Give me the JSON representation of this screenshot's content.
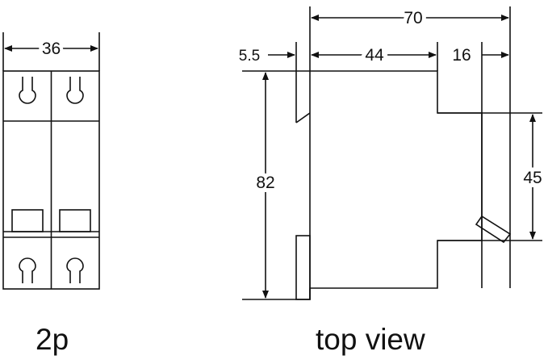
{
  "front_view": {
    "width_label": "36",
    "caption": "2p"
  },
  "side_view": {
    "overall_width_label": "70",
    "offset_label": "5.5",
    "body_width_label": "44",
    "rail_width_label": "16",
    "height_label": "82",
    "rail_height_label": "45",
    "caption": "top view"
  }
}
